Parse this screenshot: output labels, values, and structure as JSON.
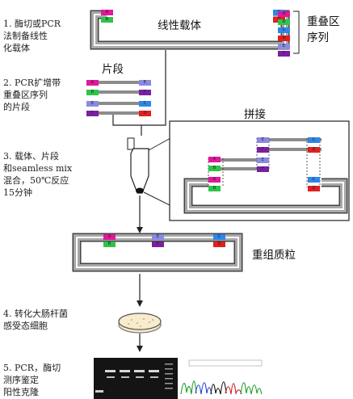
{
  "steps": {
    "step1": "1. 酶切或PCR\n法制备线性\n化载体",
    "step2": "2. PCR扩增带\n重叠区序列\n的片段",
    "step3": "3. 载体、片段\n和seamless mix\n混合，50℃反应\n15分钟",
    "step4": "4. 转化大肠杆菌\n感受态细胞",
    "step5": "5. PCR，酶切\n测序鉴定\n阳性克隆"
  },
  "labels": {
    "linear_vector": "线性载体",
    "fragments": "片段",
    "splice": "拼接",
    "recombinant": "重组质粒",
    "overlap_legend": "重叠区\n序列"
  },
  "segment_letters": [
    "A",
    "B",
    "C",
    "D",
    "E",
    "F"
  ],
  "colors": {
    "A": "#e0189a",
    "B": "#2ec44a",
    "C": "#2f86e8",
    "D": "#e02020",
    "E": "#8a8ae0",
    "F": "#7a1fa0",
    "backbone": "#9b9b9b",
    "outline": "#444444"
  }
}
